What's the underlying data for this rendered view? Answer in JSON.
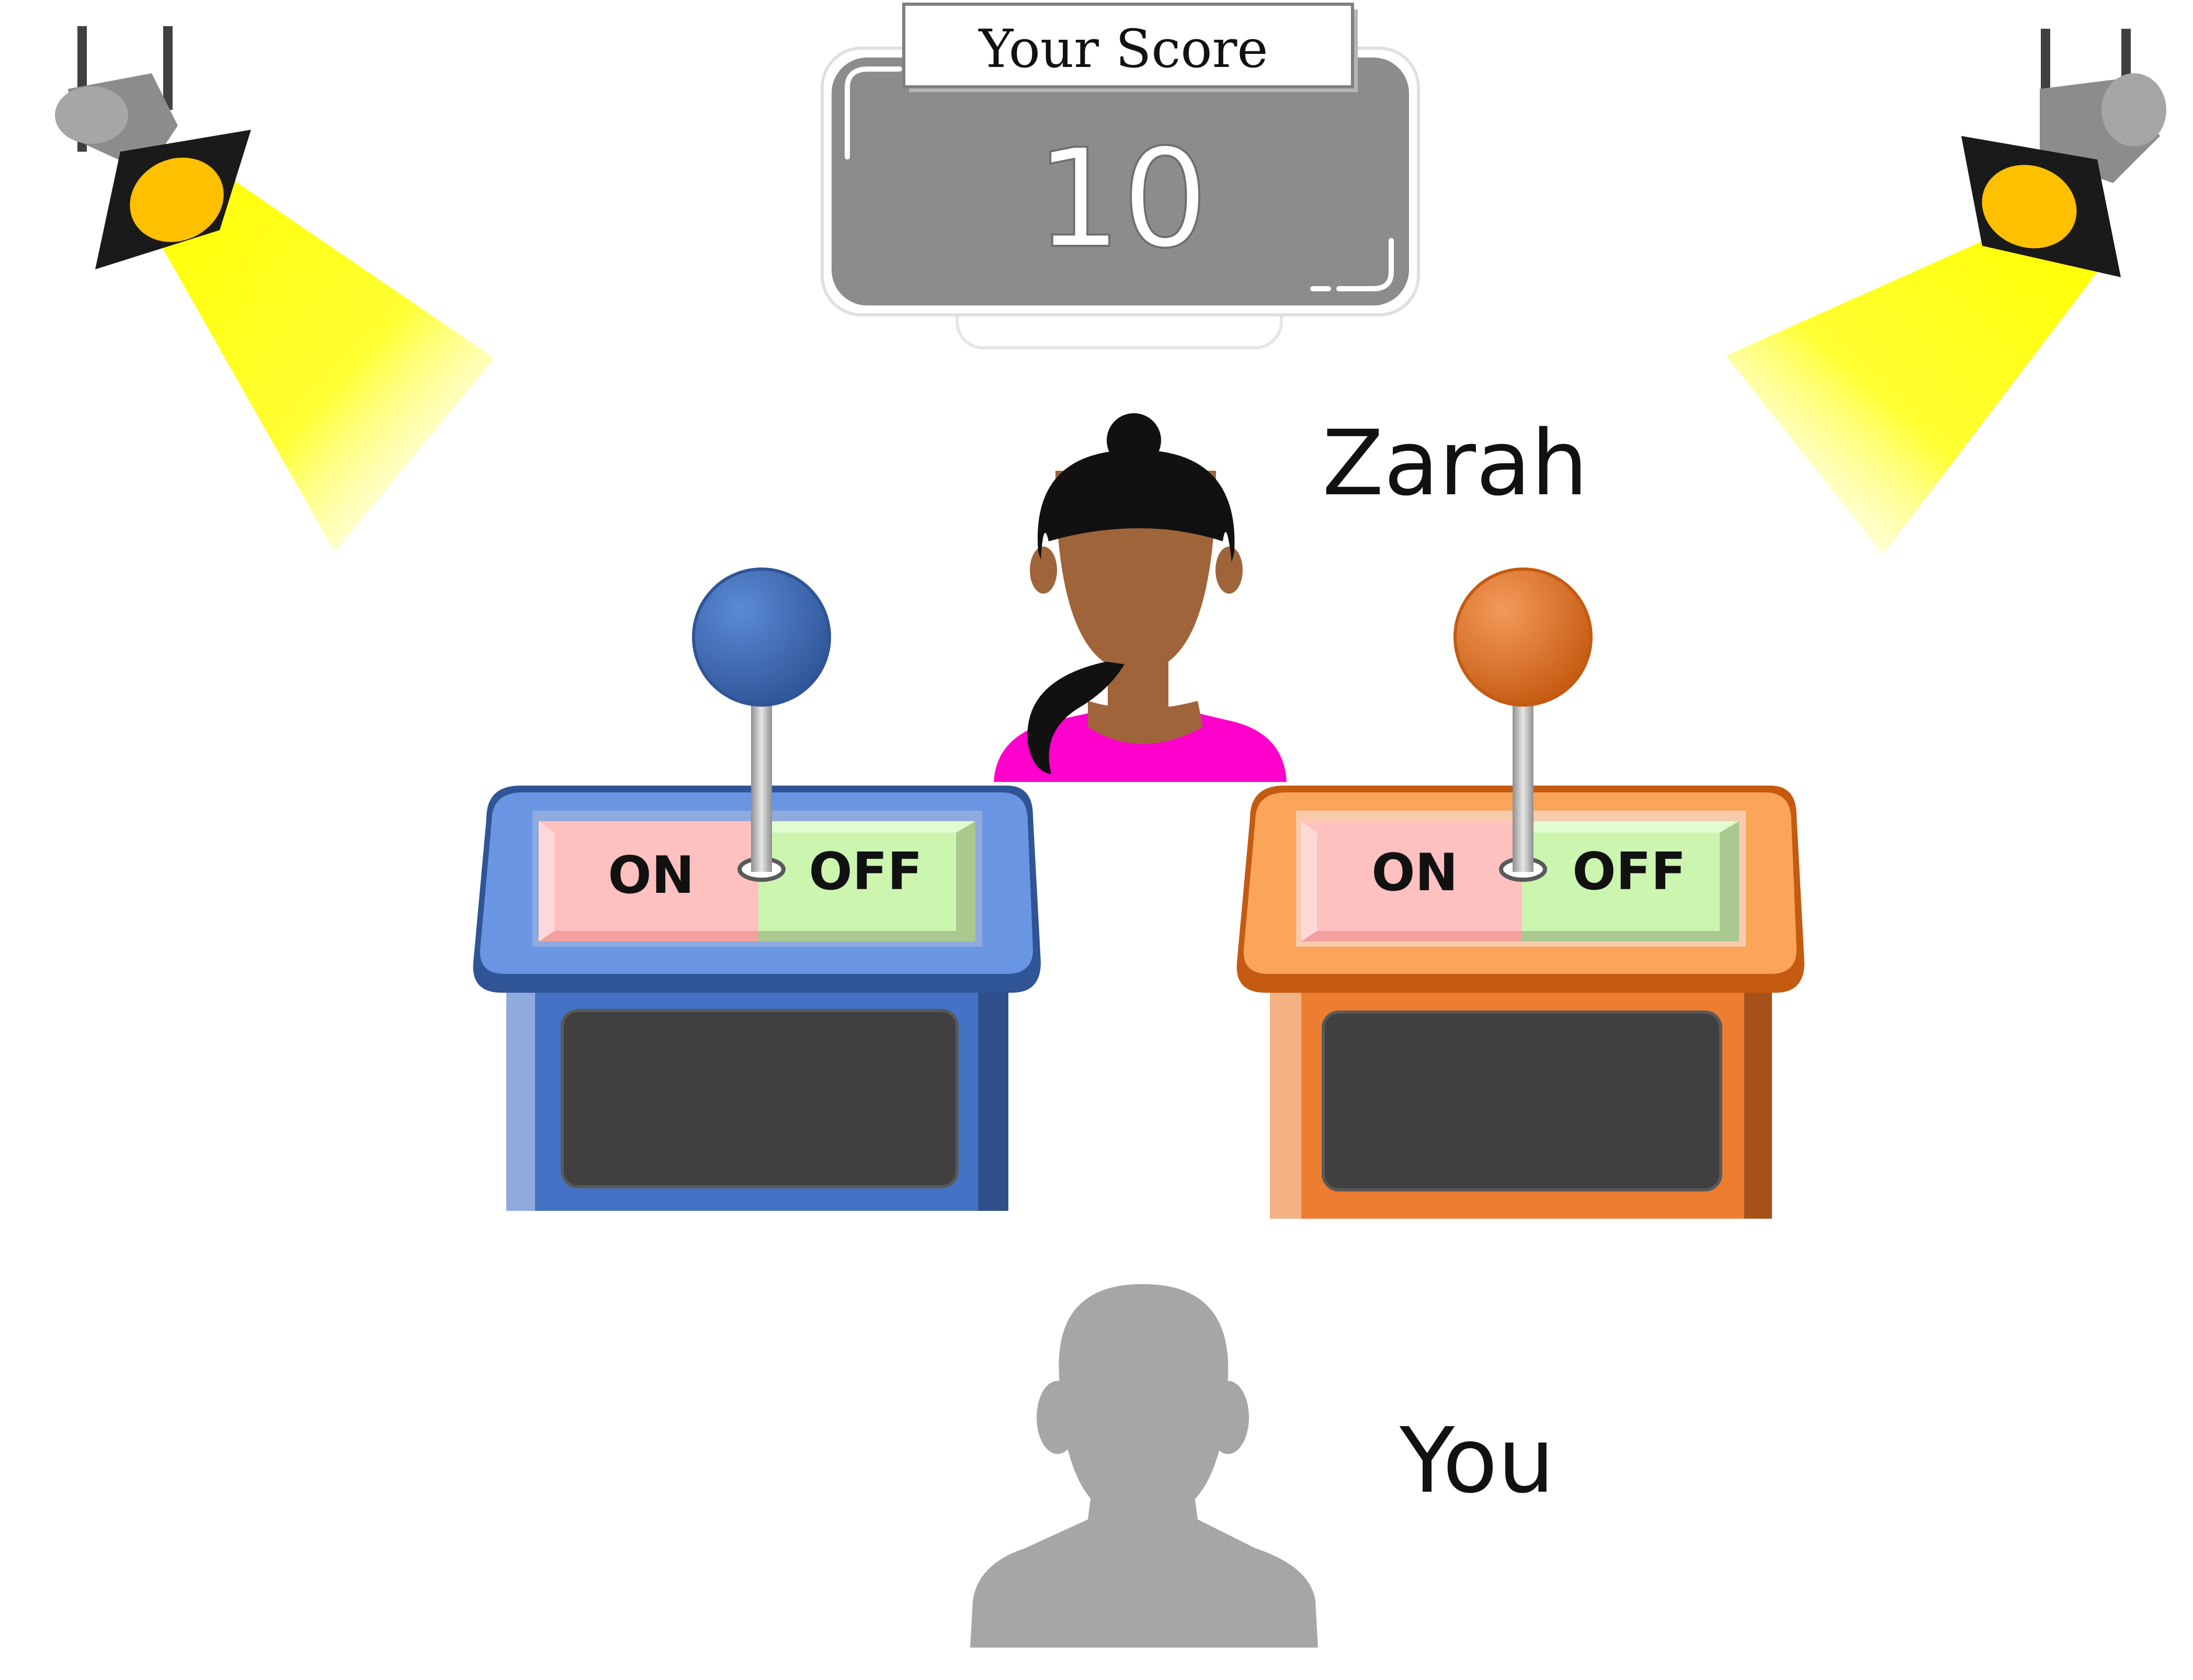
{
  "scoreboard": {
    "title": "Your Score",
    "value": "10"
  },
  "opponent": {
    "name": "Zarah",
    "icon": "female-avatar-icon"
  },
  "player": {
    "name": "You",
    "icon": "silhouette-avatar-icon"
  },
  "machines": [
    {
      "id": "blue",
      "on_label": "ON",
      "off_label": "OFF",
      "color": "#4472c4",
      "knob_color": "#4472c4"
    },
    {
      "id": "orange",
      "on_label": "ON",
      "off_label": "OFF",
      "color": "#ed7d31",
      "knob_color": "#ed7d31"
    }
  ],
  "spotlights": [
    {
      "side": "left",
      "icon": "spotlight-icon"
    },
    {
      "side": "right",
      "icon": "spotlight-icon"
    }
  ],
  "colors": {
    "beam": "#ffff00",
    "lamp": "#ffc000",
    "on_panel": "#ffc0c0",
    "off_panel": "#ccf5b0",
    "screen": "#404040",
    "scoreboard": "#8c8c8c",
    "shirt": "#ff00cc",
    "skin": "#a0643a",
    "silhouette": "#a6a6a6"
  }
}
